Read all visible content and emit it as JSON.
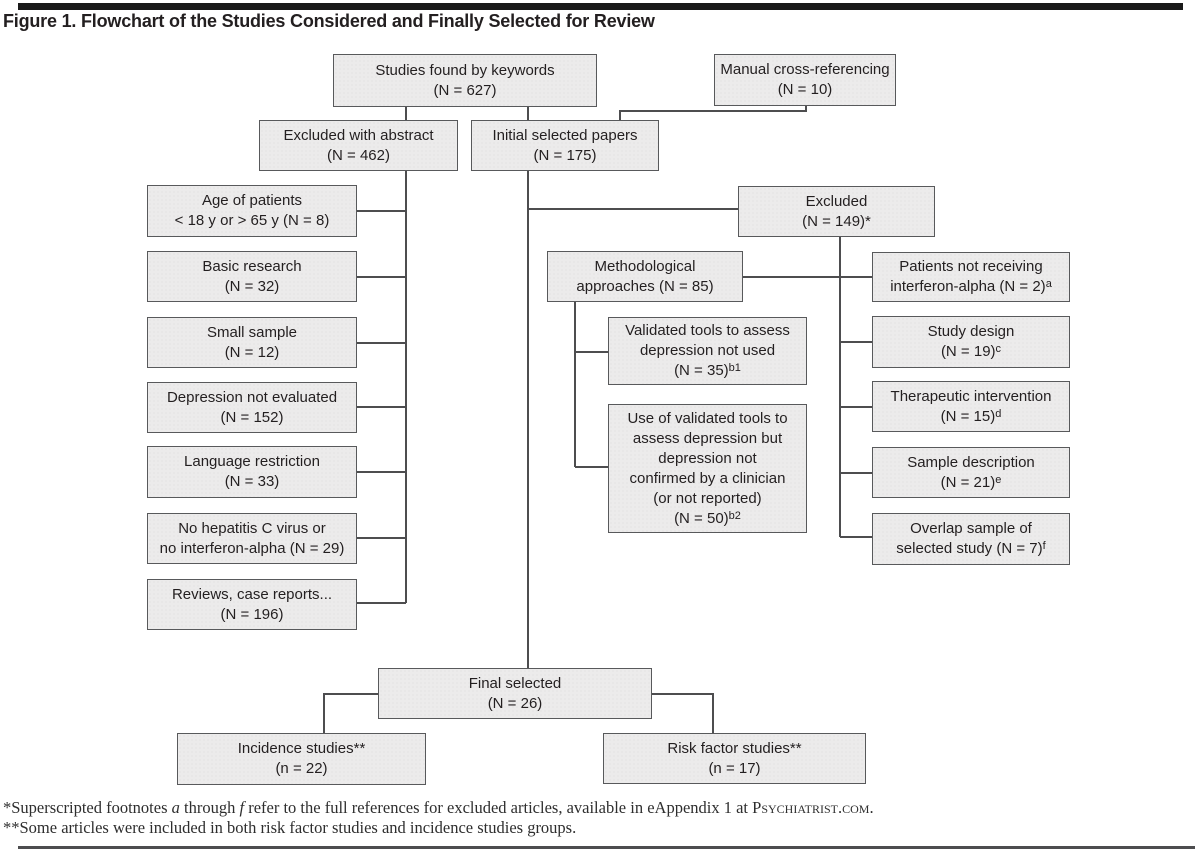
{
  "title": "Figure 1. Flowchart of the Studies Considered and Finally Selected for Review",
  "boxes": {
    "studies_found": {
      "line1": "Studies found by keywords",
      "line2": "(N = 627)"
    },
    "manual_cross": {
      "line1": "Manual cross-referencing",
      "line2": "(N = 10)"
    },
    "excluded_abstract": {
      "line1": "Excluded with abstract",
      "line2": "(N = 462)"
    },
    "initial_selected": {
      "line1": "Initial selected papers",
      "line2": "(N = 175)"
    },
    "age_of_patients": {
      "line1": "Age of patients",
      "line2": "< 18 y or > 65 y (N = 8)"
    },
    "basic_research": {
      "line1": "Basic research",
      "line2": "(N = 32)"
    },
    "small_sample": {
      "line1": "Small sample",
      "line2": "(N = 12)"
    },
    "depression_not_evaluated": {
      "line1": "Depression not evaluated",
      "line2": "(N = 152)"
    },
    "language_restriction": {
      "line1": "Language restriction",
      "line2": "(N = 33)"
    },
    "no_hepatitis": {
      "line1": "No hepatitis C virus or",
      "line2": "no interferon-alpha (N = 29)"
    },
    "reviews_case_reports": {
      "line1": "Reviews, case reports...",
      "line2": "(N = 196)"
    },
    "excluded_149": {
      "line1": "Excluded",
      "line2": "(N = 149)*"
    },
    "methodological": {
      "line1": "Methodological",
      "line2": "approaches (N = 85)"
    },
    "validated_tools": {
      "line1": "Validated tools to assess",
      "line2": "depression not used",
      "line3": "(N = 35)",
      "sup": "b1"
    },
    "use_validated_tools": {
      "line1": "Use of validated tools to",
      "line2": "assess depression but",
      "line3": "depression not",
      "line4": "confirmed by a clinician",
      "line5": "(or not reported)",
      "line6": "(N = 50)",
      "sup": "b2"
    },
    "patients_not_receiving": {
      "line1": "Patients not receiving",
      "line2": "interferon-alpha (N = 2)",
      "sup": "a"
    },
    "study_design": {
      "line1": "Study design",
      "line2": "(N = 19)",
      "sup": "c"
    },
    "therapeutic_intervention": {
      "line1": "Therapeutic intervention",
      "line2": "(N = 15)",
      "sup": "d"
    },
    "sample_description": {
      "line1": "Sample description",
      "line2": "(N = 21)",
      "sup": "e"
    },
    "overlap_sample": {
      "line1": "Overlap sample of",
      "line2": "selected study (N = 7)",
      "sup": "f"
    },
    "final_selected": {
      "line1": "Final selected",
      "line2": "(N = 26)"
    },
    "incidence_studies": {
      "line1": "Incidence studies**",
      "line2": "(n = 22)"
    },
    "risk_factor_studies": {
      "line1": "Risk factor studies**",
      "line2": "(n = 17)"
    }
  },
  "footnotes": {
    "f1_part1": "*Superscripted footnotes ",
    "f1_italic1": "a",
    "f1_part2": " through ",
    "f1_italic2": "f",
    "f1_part3": " refer to the full references for excluded articles, available in eAppendix 1 at ",
    "f1_site": "Psychiatrist.com",
    "f1_part4": ".",
    "f2": "**Some articles were included in both risk factor studies and incidence studies groups."
  },
  "colors": {
    "box_fill": "#ecebeb",
    "box_border": "#58595b",
    "connector_line": "#4d4d4f",
    "text": "#231f20"
  }
}
